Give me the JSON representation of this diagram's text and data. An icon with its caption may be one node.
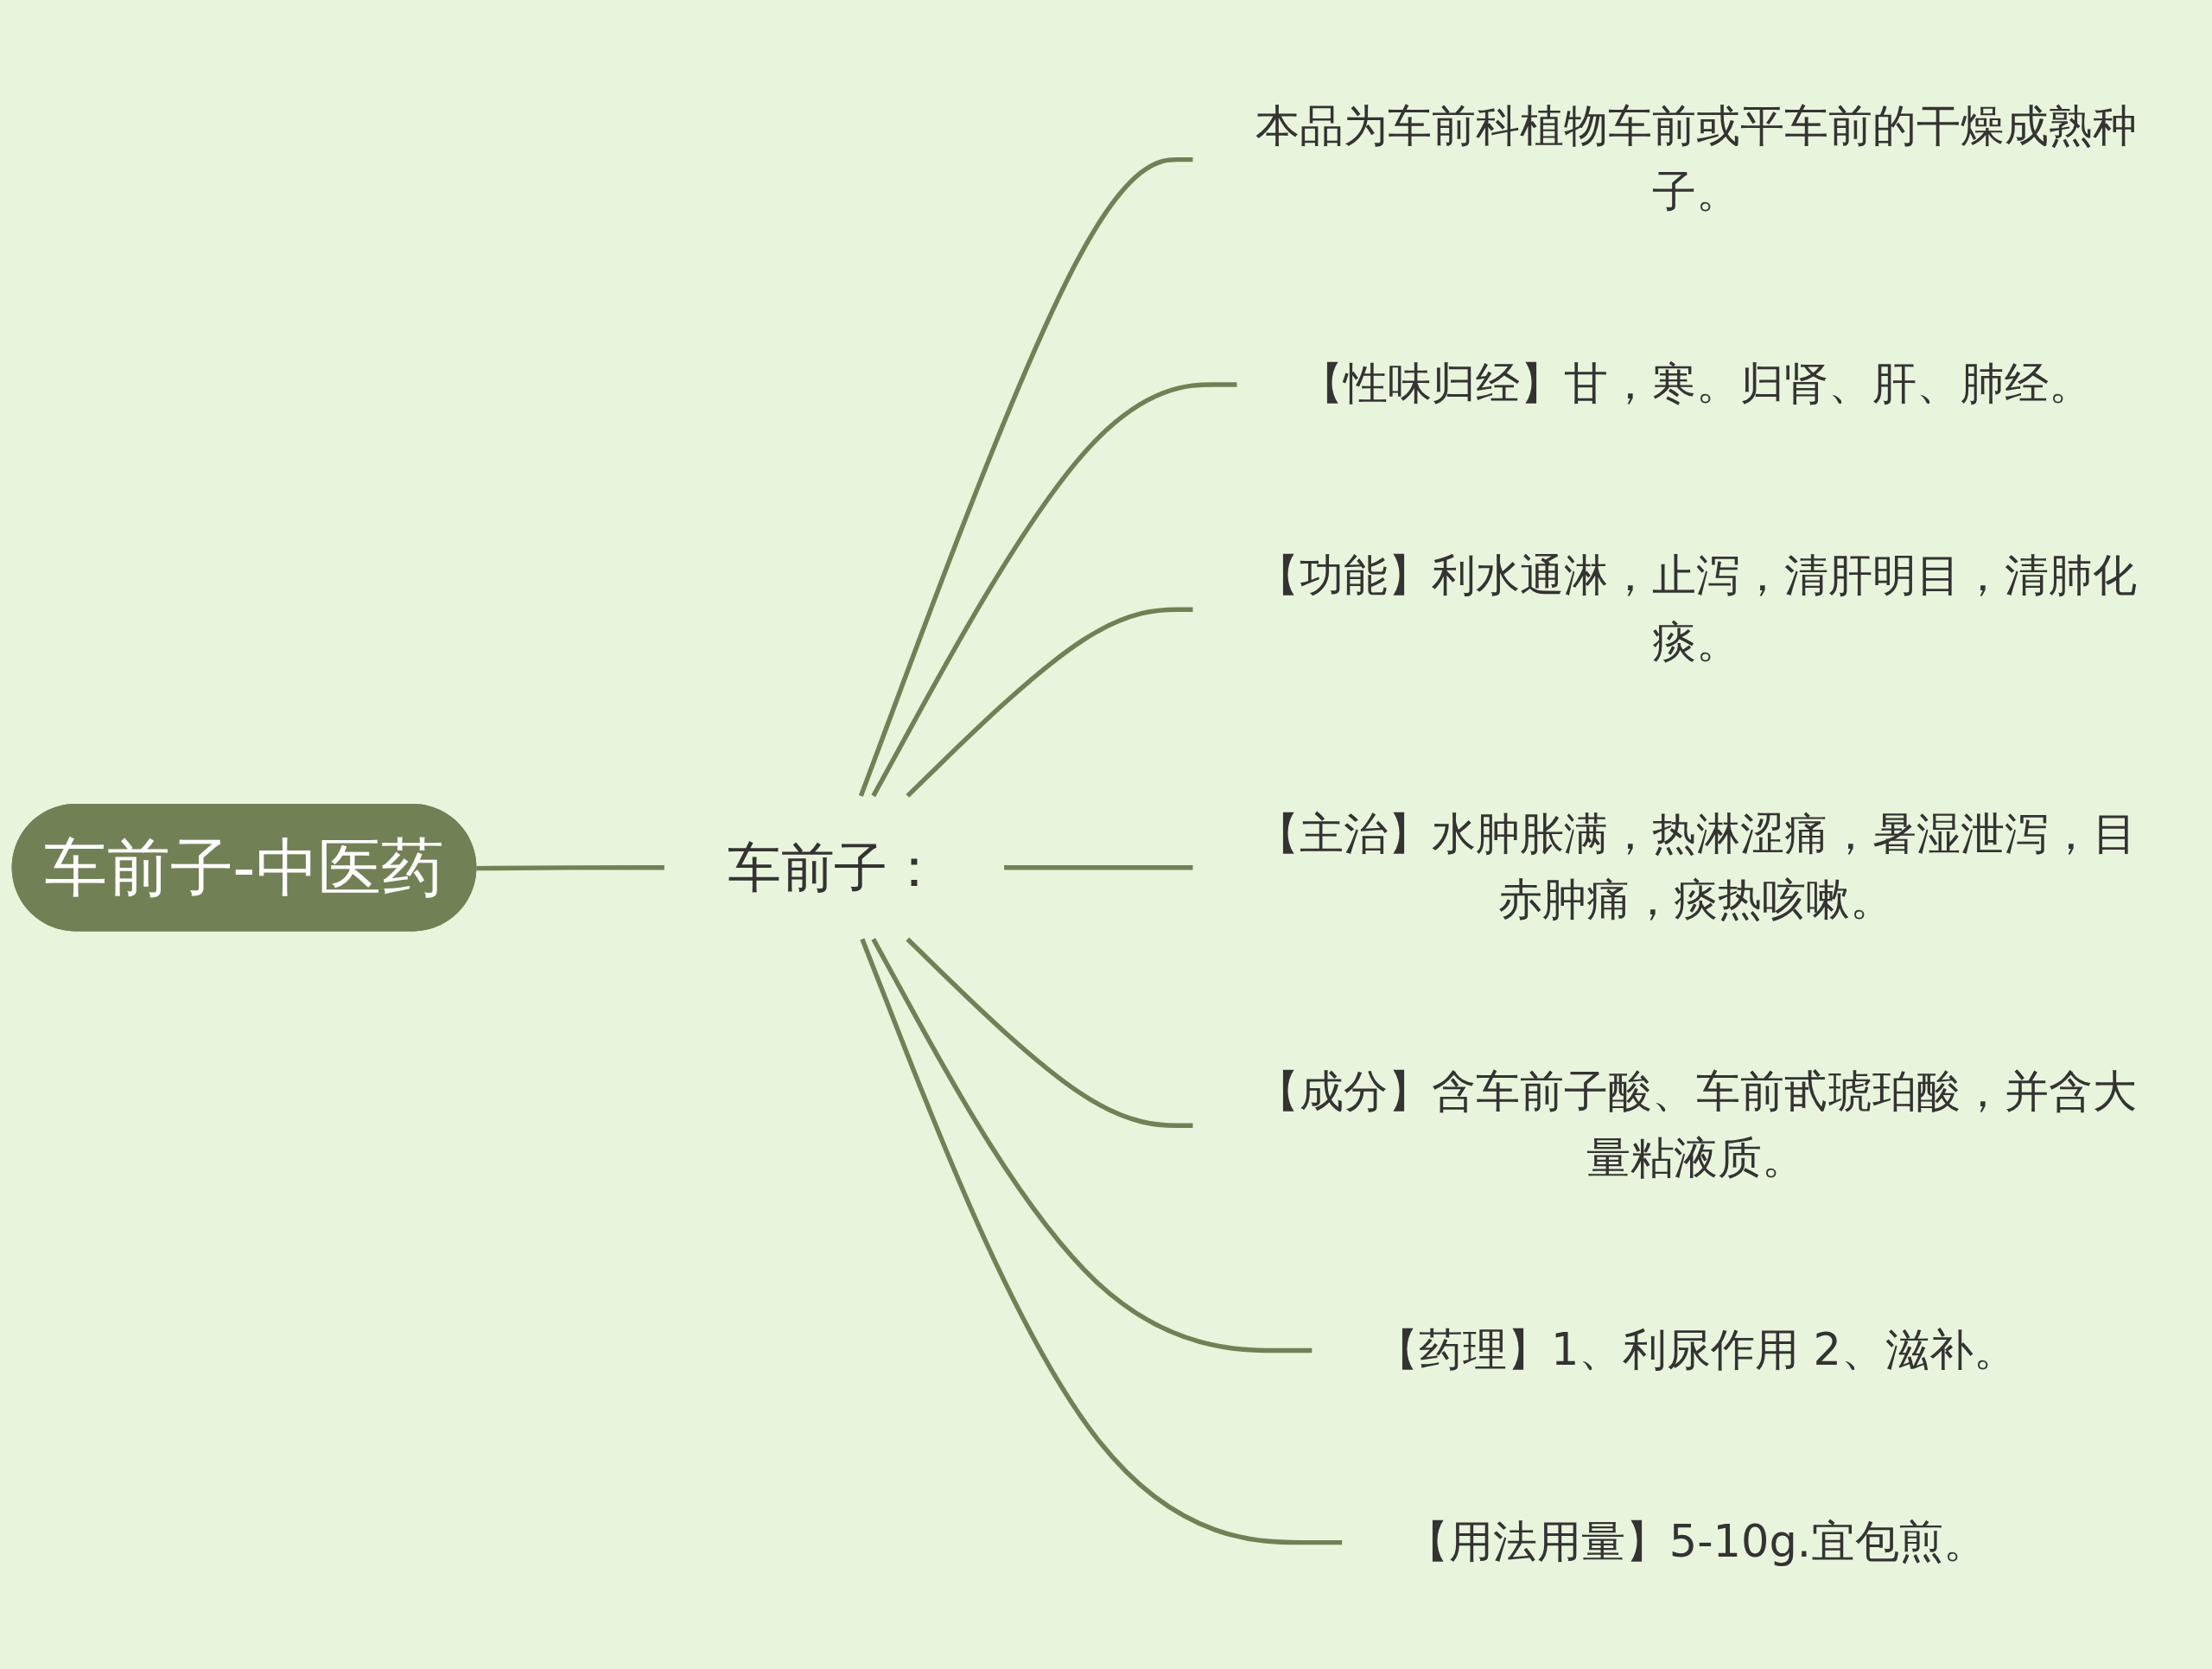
{
  "diagram": {
    "nodes": [
      {
        "text": [
          "车前子-中医药"
        ]
      },
      {
        "text": [
          "车前子："
        ]
      },
      {
        "text": [
          "本品为车前科植物车前或平车前的干燥成熟种子。"
        ]
      },
      {
        "text": [
          "【性味归经】甘，寒。归肾、肝、肺经。"
        ]
      },
      {
        "text": [
          "【功能】利水通淋，止泻，清肝明目，清肺化痰。"
        ]
      },
      {
        "text": [
          "【主治】水肿胀满，热淋涩痛，暑湿泄泻，目赤肿痛，痰热咳嗽。"
        ]
      },
      {
        "text": [
          "【成分】含车前子酸、车前甙琥珀酸，并含大量粘液质。"
        ]
      },
      {
        "text": [
          "【药理】1、利尿作用 2、滋补。"
        ]
      },
      {
        "text": [
          "【用法用量】5-10g.宜包煎。"
        ]
      }
    ],
    "edges": [
      {
        "from": 0,
        "to": 1,
        "arrow": "none"
      },
      {
        "from": 1,
        "to": 2,
        "arrow": "none"
      },
      {
        "from": 1,
        "to": 3,
        "arrow": "none"
      },
      {
        "from": 1,
        "to": 4,
        "arrow": "none"
      },
      {
        "from": 1,
        "to": 5,
        "arrow": "none"
      },
      {
        "from": 1,
        "to": 6,
        "arrow": "none"
      },
      {
        "from": 1,
        "to": 7,
        "arrow": "none"
      },
      {
        "from": 1,
        "to": 8,
        "arrow": "none"
      }
    ]
  }
}
